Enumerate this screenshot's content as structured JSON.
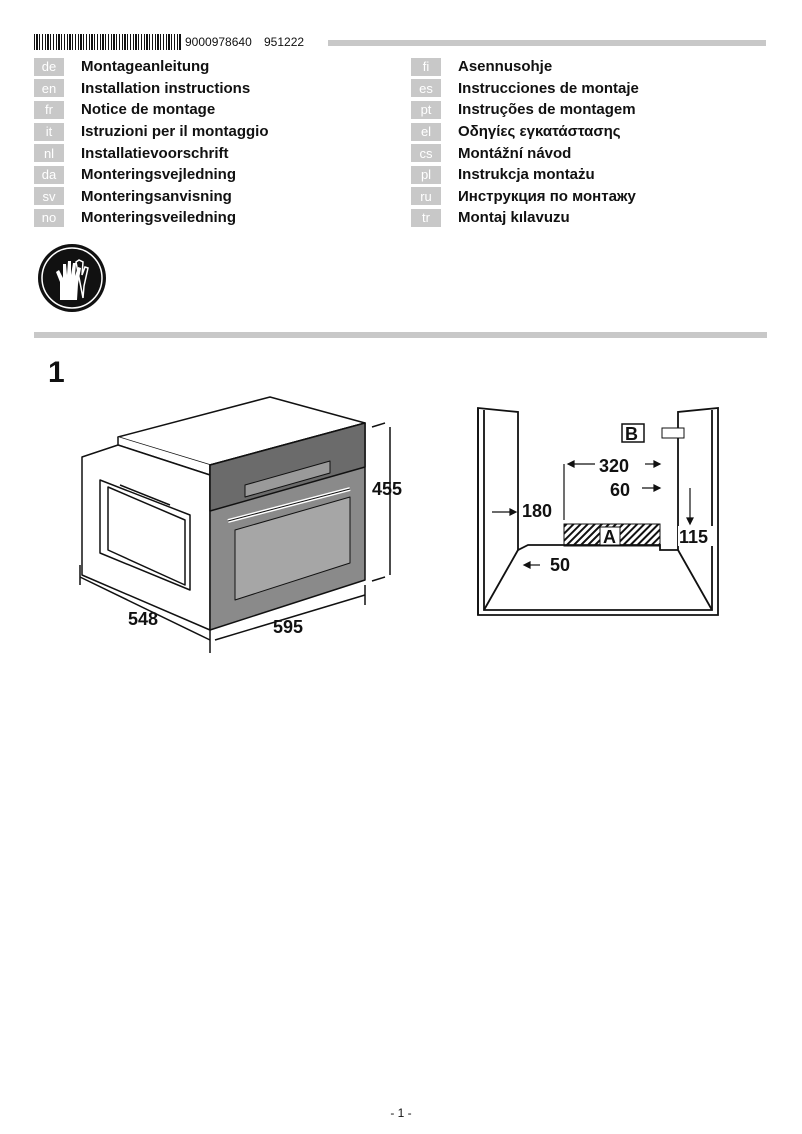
{
  "header": {
    "doc_number": "9000978640",
    "date_code": "951222"
  },
  "languages_left": [
    {
      "code": "de",
      "title": "Montageanleitung"
    },
    {
      "code": "en",
      "title": "Installation instructions"
    },
    {
      "code": "fr",
      "title": "Notice de montage"
    },
    {
      "code": "it",
      "title": "Istruzioni per il montaggio"
    },
    {
      "code": "nl",
      "title": "Installatievoorschrift"
    },
    {
      "code": "da",
      "title": "Monteringsvejledning"
    },
    {
      "code": "sv",
      "title": "Monteringsanvisning"
    },
    {
      "code": "no",
      "title": "Monteringsveiledning"
    }
  ],
  "languages_right": [
    {
      "code": "fi",
      "title": "Asennusohje"
    },
    {
      "code": "es",
      "title": "Instrucciones de montaje"
    },
    {
      "code": "pt",
      "title": "Instruções de montagem"
    },
    {
      "code": "el",
      "title": "Οδηγίες εγκατάστασης"
    },
    {
      "code": "cs",
      "title": "Montážní návod"
    },
    {
      "code": "pl",
      "title": "Instrukcja montażu"
    },
    {
      "code": "ru",
      "title": "Инструкция по монтажу"
    },
    {
      "code": "tr",
      "title": "Montaj kılavuzu"
    }
  ],
  "figure": {
    "number": "1",
    "appliance_dims": {
      "height": "455",
      "depth": "548",
      "width": "595"
    },
    "niche_dims": {
      "d320": "320",
      "d60": "60",
      "d180": "180",
      "d115": "115",
      "d50": "50",
      "label_a": "A",
      "label_b": "B"
    }
  },
  "footer": {
    "page": "- 1 -"
  }
}
